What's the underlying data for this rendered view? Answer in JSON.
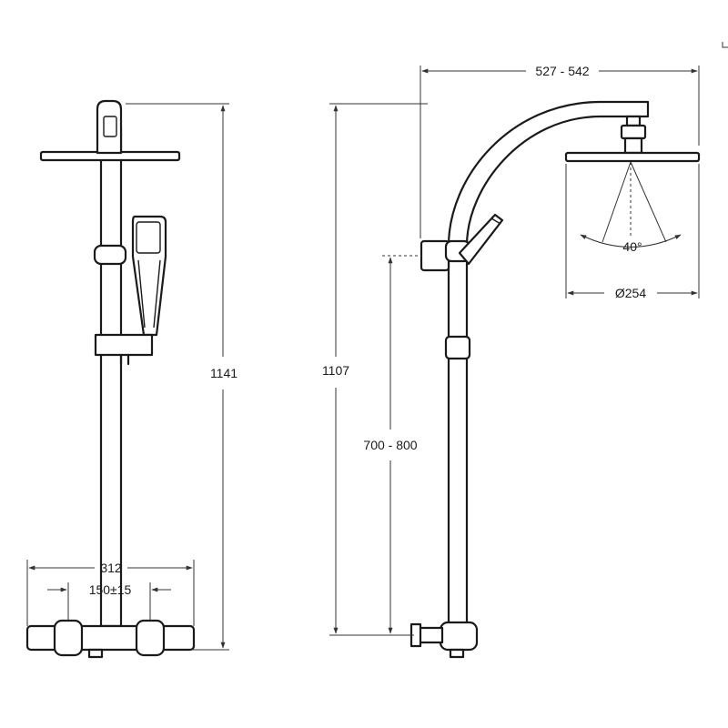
{
  "dimensions": {
    "total_height_front": "1141",
    "total_height_side": "1107",
    "adjustable_height": "700 - 800",
    "arm_reach": "527 - 542",
    "head_diameter": "Ø254",
    "spray_angle": "40°",
    "mixer_width": "312",
    "inlet_spacing": "150±15"
  }
}
